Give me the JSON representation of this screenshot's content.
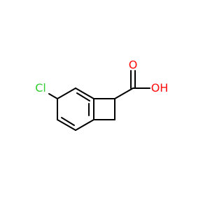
{
  "molecule": {
    "atoms": [
      {
        "id": "cl",
        "label": "Cl",
        "color": "#33cc33"
      },
      {
        "id": "o_carbonyl",
        "label": "O",
        "color": "#ff0d0d"
      },
      {
        "id": "oh",
        "label": "OH",
        "color": "#ff0d0d"
      }
    ],
    "bond_color": "#000000",
    "background": "#ffffff"
  }
}
